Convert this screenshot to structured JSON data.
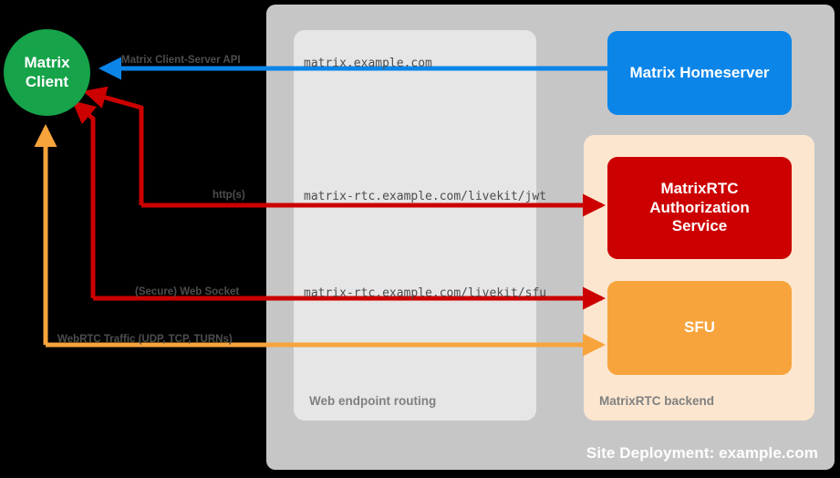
{
  "diagram": {
    "title": "Site Deployment: example.com",
    "colors": {
      "background": "#000000",
      "outer_container": "#c6c6c6",
      "routing_container": "#e6e6e6",
      "backend_container": "#fce6cf",
      "client": "#16a34a",
      "homeserver": "#0b85e8",
      "auth_service": "#cc0000",
      "sfu": "#f7a43c",
      "arrow_blue": "#0b85e8",
      "arrow_red": "#cc0000",
      "arrow_orange": "#f7a43c"
    }
  },
  "client": {
    "line1": "Matrix",
    "line2": "Client"
  },
  "containers": {
    "outer_label": "Site Deployment: example.com",
    "routing_label": "Web endpoint routing",
    "backend_label": "MatrixRTC backend"
  },
  "nodes": {
    "homeserver": "Matrix Homeserver",
    "auth_service_line1": "MatrixRTC",
    "auth_service_line2": "Authorization",
    "auth_service_line3": "Service",
    "sfu": "SFU"
  },
  "edges": [
    {
      "protocol_label": "Matrix Client-Server API",
      "endpoint_label": "matrix.example.com",
      "color": "#0b85e8",
      "direction": "to-client"
    },
    {
      "protocol_label": "http(s)",
      "endpoint_label": "matrix-rtc.example.com/livekit/jwt",
      "color": "#cc0000",
      "direction": "bidirectional"
    },
    {
      "protocol_label": "(Secure) Web Socket",
      "endpoint_label": "matrix-rtc.example.com/livekit/sfu",
      "color": "#cc0000",
      "direction": "bidirectional"
    },
    {
      "protocol_label": "WebRTC Traffic (UDP, TCP, TURNs)",
      "endpoint_label": "",
      "color": "#f7a43c",
      "direction": "bidirectional"
    }
  ]
}
